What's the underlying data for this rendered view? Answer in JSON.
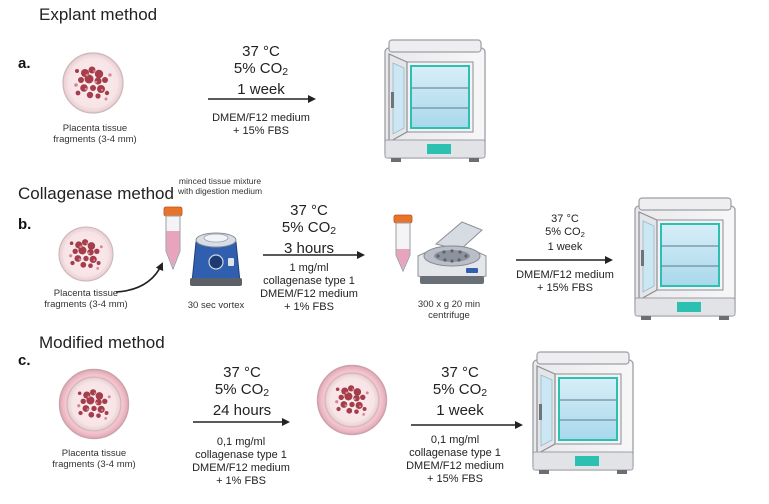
{
  "sections": {
    "a": {
      "title": "Explant method",
      "letter": "a.",
      "dish_caption_1": "Placenta tissue",
      "dish_caption_2": "fragments (3-4 mm)",
      "temp": "37 °C",
      "co2_prefix": "5% CO",
      "co2_sub": "2",
      "duration": "1 week",
      "medium_1": "DMEM/F12 medium",
      "medium_2": "+ 15% FBS"
    },
    "b": {
      "title": "Collagenase method",
      "letter": "b.",
      "dish_caption_1": "Placenta tissue",
      "dish_caption_2": "fragments (3-4 mm)",
      "tube_caption_1": "minced tissue mixture",
      "tube_caption_2": "with digestion medium",
      "vortex_caption": "30 sec vortex",
      "temp": "37 °C",
      "co2_prefix": "5% CO",
      "co2_sub": "2",
      "duration": "3 hours",
      "medium_1": "1 mg/ml",
      "medium_2": "collagenase type 1",
      "medium_3": "DMEM/F12 medium",
      "medium_4": "+ 1% FBS",
      "centrifuge_caption_1": "300 x g 20 min",
      "centrifuge_caption_2": "centrifuge",
      "temp2": "37 °C",
      "co2_prefix2": "5% CO",
      "co2_sub2": "2",
      "duration2": "1 week",
      "medium2_1": "DMEM/F12 medium",
      "medium2_2": "+ 15% FBS"
    },
    "c": {
      "title": "Modified method",
      "letter": "c.",
      "dish_caption_1": "Placenta tissue",
      "dish_caption_2": "fragments (3-4 mm)",
      "temp": "37 °C",
      "co2_prefix": "5% CO",
      "co2_sub": "2",
      "duration": "24 hours",
      "medium_1": "0,1 mg/ml",
      "medium_2": "collagenase type 1",
      "medium_3": "DMEM/F12 medium",
      "medium_4": "+ 1% FBS",
      "temp2": "37 °C",
      "co2_prefix2": "5% CO",
      "co2_sub2": "2",
      "duration2": "1 week",
      "medium2_1": "0,1 mg/ml",
      "medium2_2": "collagenase type 1",
      "medium2_3": "DMEM/F12 medium",
      "medium2_4": "+ 15% FBS"
    }
  },
  "colors": {
    "incubator_teal": "#2cc0b0",
    "tissue": "#a63d4a",
    "tube_liquid": "#e8a3bd",
    "tube_cap": "#e8742c",
    "vortex_blue": "#2f5fae"
  }
}
